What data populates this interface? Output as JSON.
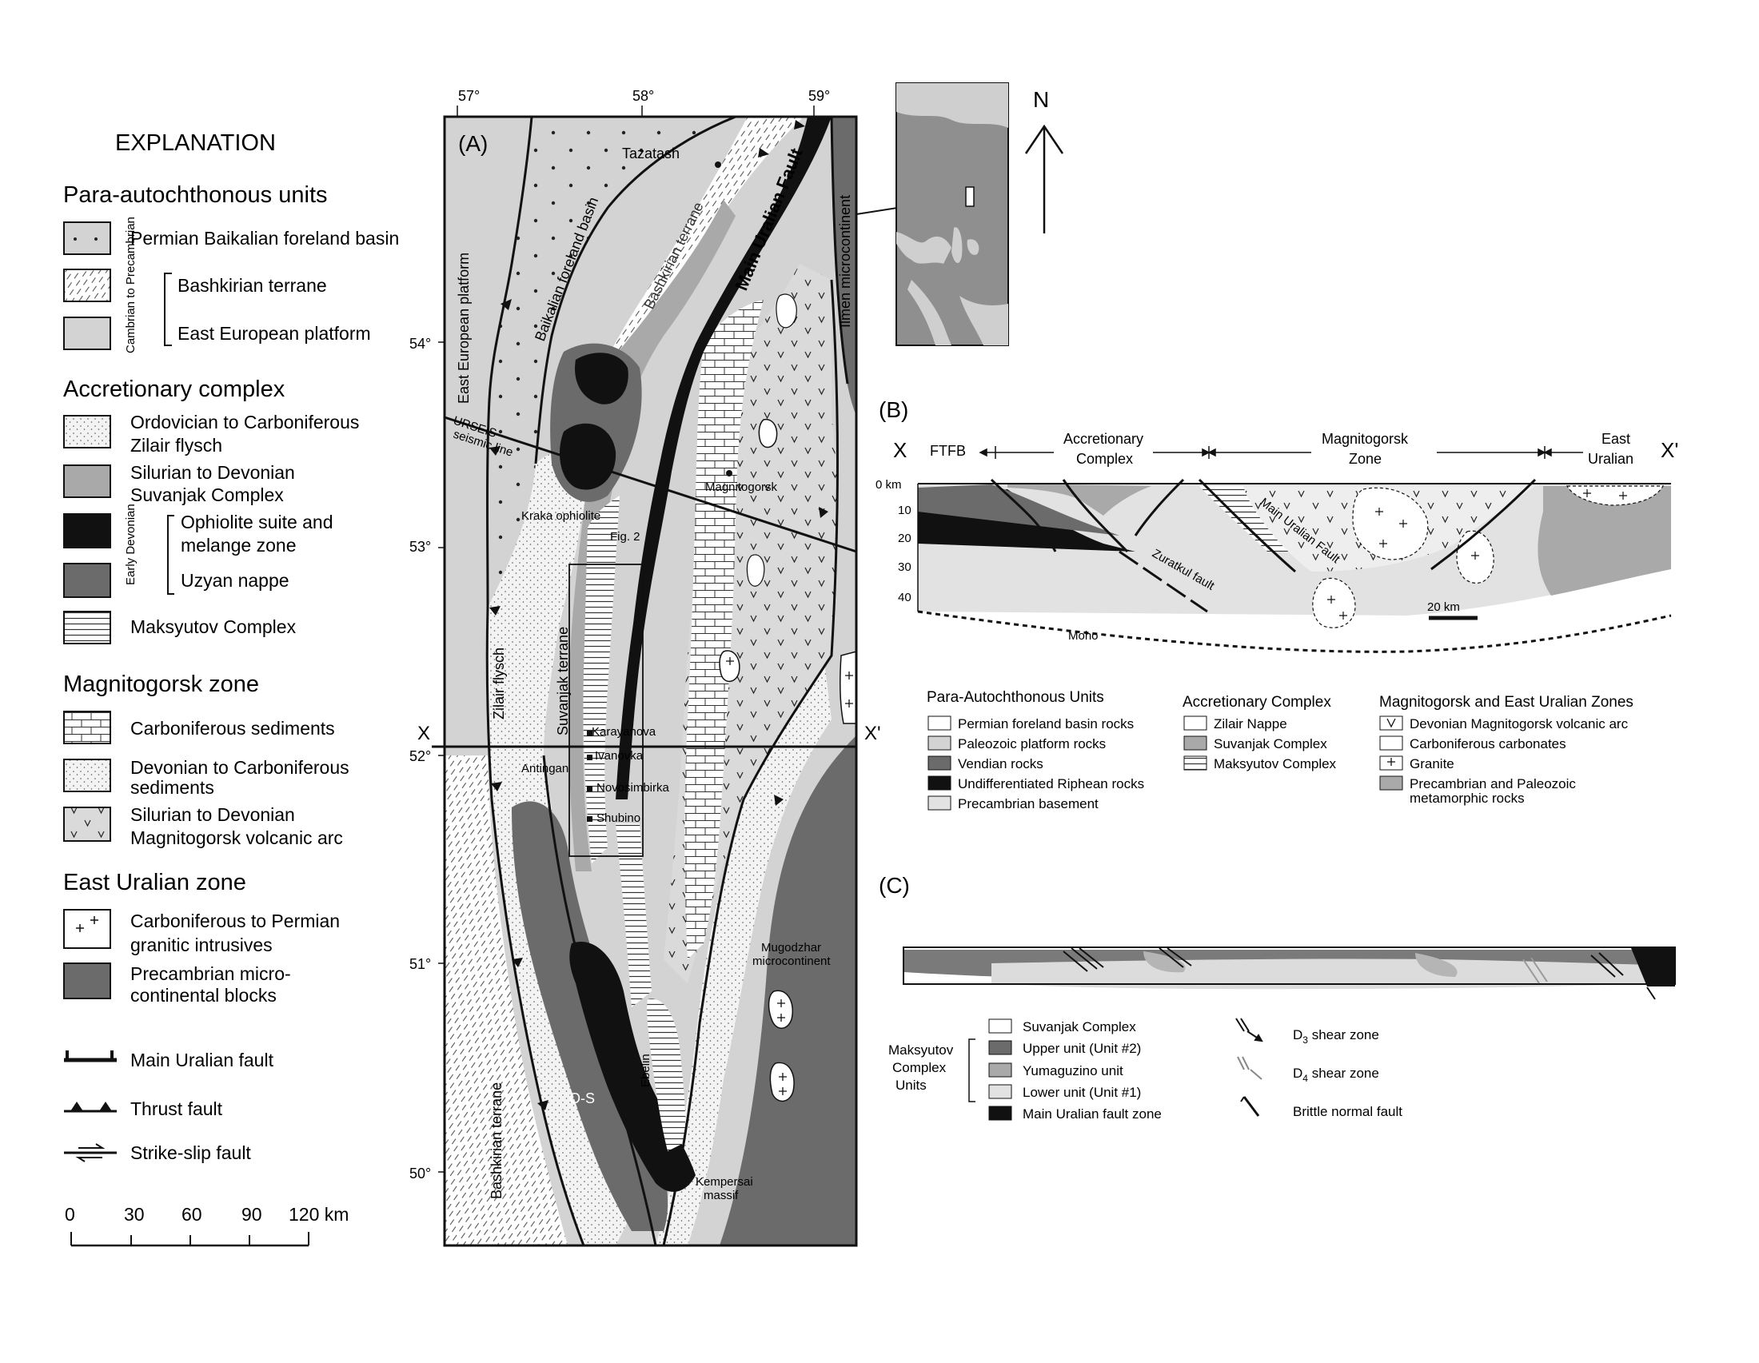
{
  "explanation": {
    "title": "EXPLANATION",
    "groups": [
      {
        "heading": "Para-autochthonous units",
        "items": [
          {
            "label": "Permian Baikalian foreland basin",
            "pattern": "dots"
          },
          {
            "label": "Bashkirian terrane",
            "pattern": "hatch"
          },
          {
            "label": "East European platform",
            "pattern": "light"
          }
        ],
        "bracket": "Cambrian to Precambrian"
      },
      {
        "heading": "Accretionary complex",
        "items": [
          {
            "label": "Ordovician to Carboniferous",
            "label2": "Zilair flysch",
            "pattern": "stipple"
          },
          {
            "label": "Silurian to Devonian",
            "label2": "Suvanjak Complex",
            "pattern": "mid"
          },
          {
            "label": "Ophiolite suite and",
            "label2": "melange zone",
            "pattern": "black"
          },
          {
            "label": "Uzyan nappe",
            "pattern": "dark"
          },
          {
            "label": "Maksyutov Complex",
            "pattern": "lines"
          }
        ],
        "bracket": "Early Devonian"
      },
      {
        "heading": "Magnitogorsk zone",
        "items": [
          {
            "label": "Carboniferous sediments",
            "pattern": "brick"
          },
          {
            "label": "Devonian to Carboniferous",
            "label2": "sediments",
            "pattern": "stipple"
          },
          {
            "label": "Silurian to Devonian",
            "label2": "Magnitogorsk volcanic arc",
            "pattern": "vees"
          }
        ]
      },
      {
        "heading": "East Uralian zone",
        "items": [
          {
            "label": "Carboniferous to Permian",
            "label2": "granitic intrusives",
            "pattern": "plus"
          },
          {
            "label": "Precambrian micro-",
            "label2": "continental blocks",
            "pattern": "dark"
          }
        ]
      }
    ],
    "faults": [
      "Main Uralian fault",
      "Thrust fault",
      "Strike-slip fault"
    ],
    "scale": {
      "ticks": [
        "0",
        "30",
        "60",
        "90",
        "120 km"
      ]
    }
  },
  "map_a": {
    "panel": "(A)",
    "lon_ticks": [
      "57°",
      "58°",
      "59°"
    ],
    "lat_ticks": [
      "54°",
      "53°",
      "52°",
      "51°",
      "50°"
    ],
    "labels": {
      "tazatash": "Tazatash",
      "main_uralian_fault": "Main Uralian Fault",
      "ilmen": "Ilmen microcontinent",
      "bashkirian_terrane_n": "Bashkirian terrane",
      "baikalian": "Baikalian foreland basin",
      "east_european": "East European platform",
      "urseis1": "URSEIS",
      "urseis2": "seismic line",
      "magnitogorsk": "Magnitogorsk",
      "kraka": "Kraka ophiolite",
      "fig2": "Fig. 2",
      "zilair": "Zilair flysch",
      "suvanjak": "Suvanjak terrane",
      "karayanova": "Karayanova",
      "ivanovka": "Ivanovka",
      "antingan": "Antingan",
      "novosimbirka": "Novosimbirka",
      "shubino": "Shubino",
      "x": "X",
      "xp": "X'",
      "mugodzhar1": "Mugodzhar",
      "mugodzhar2": "microcontinent",
      "os": "O-S",
      "ebelin": "Ebelin",
      "kempersai1": "Kempersai",
      "kempersai2": "massif",
      "bashkirian_terrane_s": "Bashkirian terrane"
    }
  },
  "inset": {
    "north": "N"
  },
  "section_b": {
    "panel": "(B)",
    "x": "X",
    "xp": "X'",
    "zones": {
      "ftfb": "FTFB",
      "accretionary1": "Accretionary",
      "accretionary2": "Complex",
      "magnitogorsk1": "Magnitogorsk",
      "magnitogorsk2": "Zone",
      "east1": "East",
      "east2": "Uralian"
    },
    "depth_ticks": [
      "0 km",
      "10",
      "20",
      "30",
      "40"
    ],
    "labels": {
      "main_uralian_fault": "Main Uralian Fault",
      "zuratkul": "Zuratkul fault",
      "moho": "Moho",
      "scale": "20 km"
    },
    "legend": [
      {
        "heading": "Para-Autochthonous Units",
        "items": [
          {
            "label": "Permian foreland basin rocks",
            "pattern": "white"
          },
          {
            "label": "Paleozoic platform rocks",
            "pattern": "light"
          },
          {
            "label": "Vendian rocks",
            "pattern": "dark"
          },
          {
            "label": "Undifferentiated Riphean rocks",
            "pattern": "black"
          },
          {
            "label": "Precambrian basement",
            "pattern": "vlight"
          }
        ]
      },
      {
        "heading": "Accretionary Complex",
        "items": [
          {
            "label": "Zilair Nappe",
            "pattern": "white"
          },
          {
            "label": "Suvanjak Complex",
            "pattern": "mid"
          },
          {
            "label": "Maksyutov Complex",
            "pattern": "lines"
          }
        ]
      },
      {
        "heading": "Magnitogorsk and East Uralian Zones",
        "items": [
          {
            "label": "Devonian Magnitogorsk volcanic arc",
            "pattern": "vee"
          },
          {
            "label": "Carboniferous carbonates",
            "pattern": "white"
          },
          {
            "label": "Granite",
            "pattern": "plus"
          },
          {
            "label": "Precambrian and Paleozoic",
            "label2": "metamorphic rocks",
            "pattern": "mid"
          }
        ]
      }
    ]
  },
  "section_c": {
    "panel": "(C)",
    "group_label": [
      "Maksyutov",
      "Complex",
      "Units"
    ],
    "legend": [
      {
        "label": "Suvanjak Complex",
        "pattern": "white"
      },
      {
        "label": "Upper unit (Unit #2)",
        "pattern": "dark"
      },
      {
        "label": "Yumaguzino unit",
        "pattern": "mid"
      },
      {
        "label": "Lower unit (Unit #1)",
        "pattern": "vlight"
      },
      {
        "label": "Main Uralian fault zone",
        "pattern": "black"
      }
    ],
    "shear": {
      "d3": "D",
      "d3sub": "3",
      "d3rest": " shear zone",
      "d4": "D",
      "d4sub": "4",
      "d4rest": " shear zone",
      "brittle": "Brittle normal fault"
    }
  }
}
